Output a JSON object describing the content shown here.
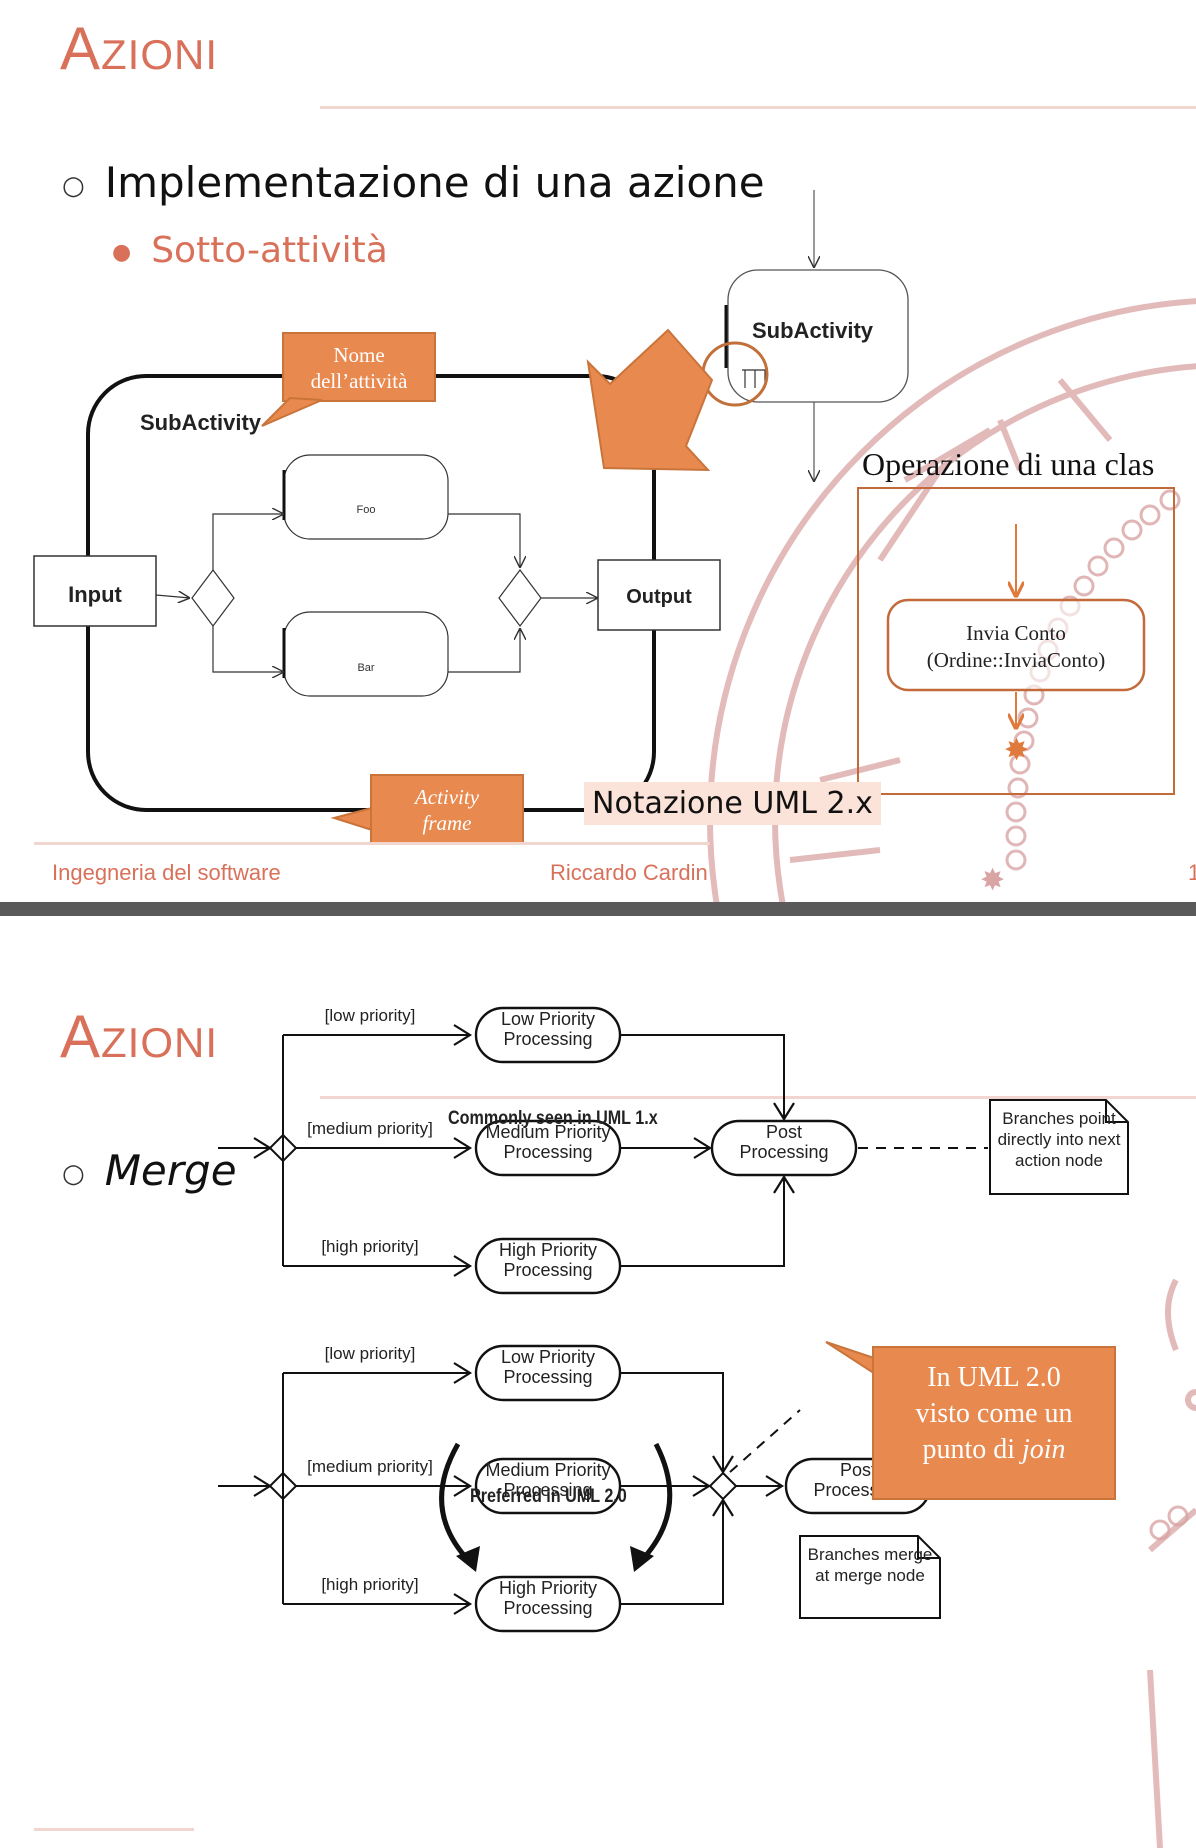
{
  "slide1": {
    "title": "Azioni",
    "bullet": "Implementazione di una azione",
    "subbullet": "Sotto-attività",
    "callout_name": [
      "Nome",
      "dell’attività"
    ],
    "callout_frame": [
      "Activity",
      "frame"
    ],
    "diagram": {
      "frame_label": "SubActivity",
      "input": "Input",
      "output": "Output",
      "node_top": "Foo",
      "node_bottom": "Bar",
      "sub_node": "SubActivity"
    },
    "operation_label": "Operazione di una clas",
    "operation_node": [
      "Invia Conto",
      "(Ordine::InviaConto)"
    ],
    "notation_tag": "Notazione UML 2.x",
    "footer_left": "Ingegneria del software",
    "footer_center": "Riccardo Cardin",
    "footer_right": "1"
  },
  "slide2": {
    "title": "Azioni",
    "bullet": "Merge",
    "top_caption": "Commonly seen in UML 1.x",
    "bottom_caption": "Preferred in UML 2.0",
    "guards": [
      "[low priority]",
      "[medium priority]",
      "[high priority]"
    ],
    "nodes": [
      [
        "Low Priority",
        "Processing"
      ],
      [
        "Medium Priority",
        "Processing"
      ],
      [
        "High Priority",
        "Processing"
      ]
    ],
    "post": [
      "Post",
      "Processing"
    ],
    "note_top": [
      "Branches point",
      "directly into next",
      "action node"
    ],
    "note_bottom": [
      "Branches merge",
      "at merge node"
    ],
    "callout": [
      "In UML 2.0",
      "visto come un",
      "punto di ",
      "join"
    ]
  }
}
